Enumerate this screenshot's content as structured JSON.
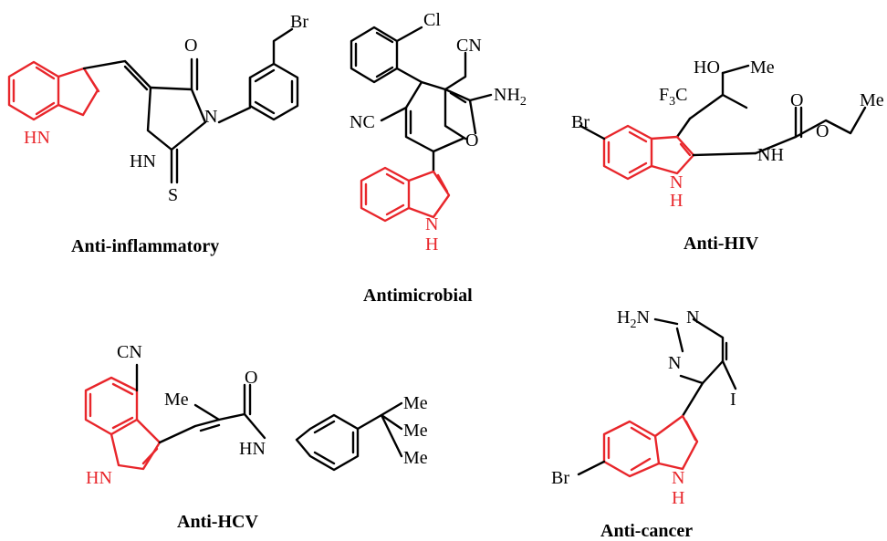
{
  "colors": {
    "indole": "#e8262b",
    "ink": "#000000",
    "background": "#ffffff"
  },
  "compounds": {
    "anti_inflammatory": {
      "caption": "Anti-inflammatory",
      "atoms": {
        "nh": "HN",
        "nh2": "HN",
        "n": "N",
        "o": "O",
        "s": "S",
        "br": "Br"
      }
    },
    "antimicrobial": {
      "caption": "Antimicrobial",
      "atoms": {
        "cl": "Cl",
        "cn_right": "CN",
        "cn_left": "NC",
        "nh2_n": "NH",
        "nh2_sub": "2",
        "o": "O",
        "n": "N",
        "h": "H"
      }
    },
    "anti_hiv": {
      "caption": "Anti-HIV",
      "atoms": {
        "ho": "HO",
        "me_top": "Me",
        "f3c_f": "F",
        "f3c_sub": "3",
        "f3c_c": "C",
        "o_carbonyl": "O",
        "o_ester": "O",
        "me_ester": "Me",
        "br": "Br",
        "nh": "NH",
        "n": "N",
        "h": "H"
      }
    },
    "anti_hcv": {
      "caption": "Anti-HCV",
      "atoms": {
        "cn": "CN",
        "me": "Me",
        "o": "O",
        "hn_amide": "HN",
        "hn_indole": "HN",
        "me1": "Me",
        "me2": "Me",
        "me3": "Me"
      }
    },
    "anti_cancer": {
      "caption": "Anti-cancer",
      "atoms": {
        "h2n_h": "H",
        "h2n_sub": "2",
        "h2n_n": "N",
        "n1": "N",
        "n2": "N",
        "i": "I",
        "br": "Br",
        "n": "N",
        "h": "H"
      }
    }
  }
}
